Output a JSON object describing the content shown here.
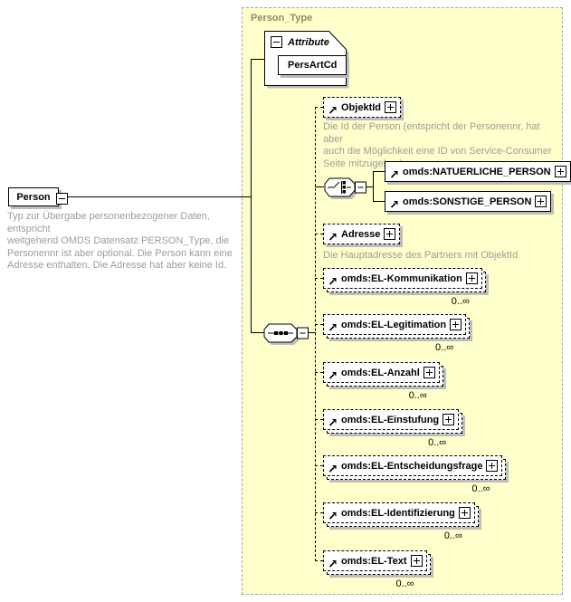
{
  "colors": {
    "container_bg": "#FFFFCB",
    "container_border": "#A5A5A5",
    "title_text": "#8B8B60",
    "annotation_text": "#9C9C9C",
    "shadow": "#BDBDBD",
    "box_border": "#000000"
  },
  "container": {
    "title": "Person_Type"
  },
  "root": {
    "label": "Person",
    "annotation": "Typ zur Übergabe personenbezogener Daten, entspricht\nweitgehend OMDS Datensatz PERSON_Type, die\nPersonennr ist aber optional. Die Person kann eine\nAdresse enthalten. Die Adresse hat aber keine Id."
  },
  "attribute_group": {
    "header": "Attribute",
    "attribute": "PersArtCd"
  },
  "choice": {
    "options": {
      "natuerliche": {
        "label": "omds:NATUERLICHE_PERSON"
      },
      "sonstige": {
        "label": "omds:SONSTIGE_PERSON"
      }
    }
  },
  "elements": {
    "objektid": {
      "label": "ObjektId",
      "annotation": "Die Id der Person (entspricht der Personennr, hat aber\nauch die Möglichkeit eine ID von Service-Consumer\nSeite mitzugeben)"
    },
    "adresse": {
      "label": "Adresse",
      "annotation": "Die Hauptadresse des Partners mit ObjektId"
    },
    "kommunikation": {
      "label": "omds:EL-Kommunikation",
      "occurrence": "0..∞"
    },
    "legitimation": {
      "label": "omds:EL-Legitimation",
      "occurrence": "0..∞"
    },
    "anzahl": {
      "label": "omds:EL-Anzahl",
      "occurrence": "0..∞"
    },
    "einstufung": {
      "label": "omds:EL-Einstufung",
      "occurrence": "0..∞"
    },
    "entscheidungsfrage": {
      "label": "omds:EL-Entscheidungsfrage",
      "occurrence": "0..∞"
    },
    "identifizierung": {
      "label": "omds:EL-Identifizierung",
      "occurrence": "0..∞"
    },
    "text": {
      "label": "omds:EL-Text",
      "occurrence": "0..∞"
    }
  },
  "icons": {
    "collapse": "-",
    "expand": "+",
    "reference": "ne-arrow",
    "sequence": "sequence-compositor",
    "choice": "choice-compositor"
  }
}
